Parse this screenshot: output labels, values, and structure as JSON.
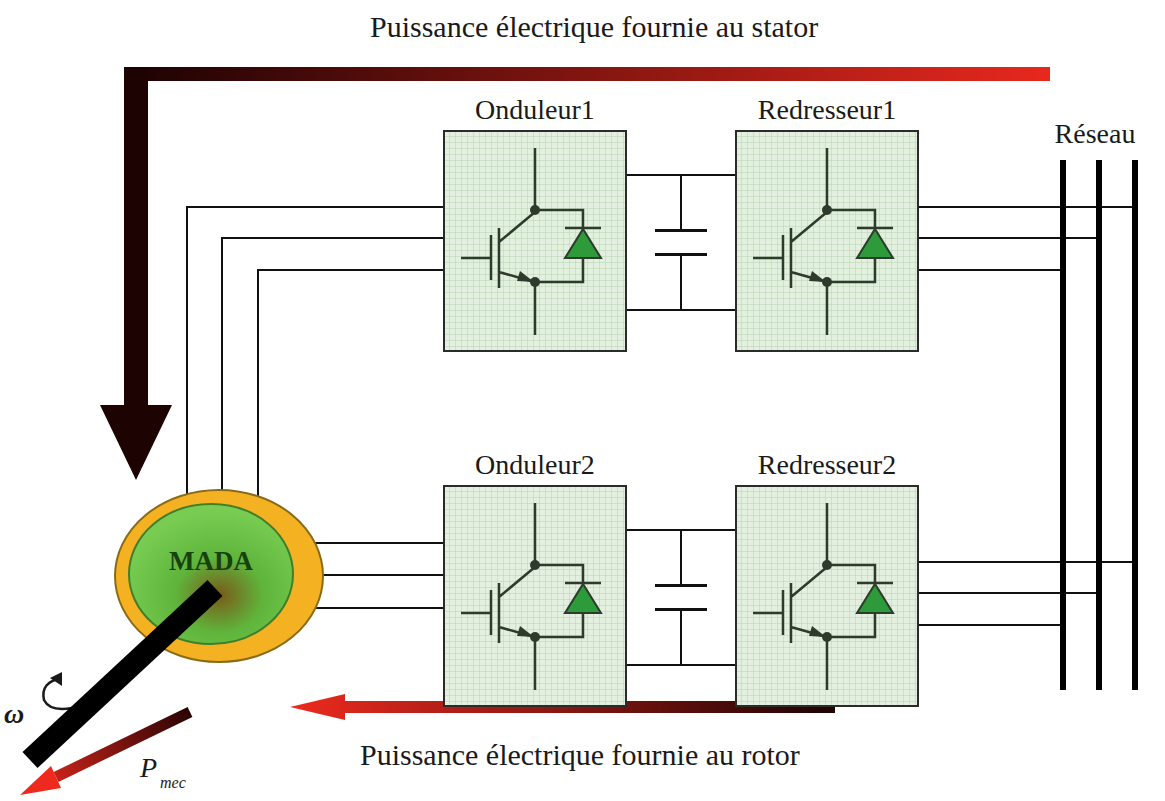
{
  "diagram": {
    "nodes": [
      {
        "text": [
          "Onduleur1"
        ]
      },
      {
        "text": [
          "Redresseur1"
        ]
      },
      {
        "text": [
          "Réseau"
        ]
      },
      {
        "text": [
          "Onduleur2"
        ]
      },
      {
        "text": [
          "Redresseur2"
        ]
      },
      {
        "text": [
          "MADA"
        ]
      }
    ],
    "edges": [
      {
        "from": 5,
        "to": 0,
        "arrow": "none"
      },
      {
        "from": 0,
        "to": 1,
        "arrow": "none"
      },
      {
        "from": 1,
        "to": 2,
        "arrow": "none"
      },
      {
        "from": 5,
        "to": 3,
        "arrow": "none"
      },
      {
        "from": 3,
        "to": 4,
        "arrow": "none"
      },
      {
        "from": 4,
        "to": 2,
        "arrow": "none"
      }
    ],
    "labels": [
      "Puissance électrique fournie au stator",
      "Puissance électrique fournie au rotor",
      "ω",
      "P",
      "mec"
    ]
  }
}
